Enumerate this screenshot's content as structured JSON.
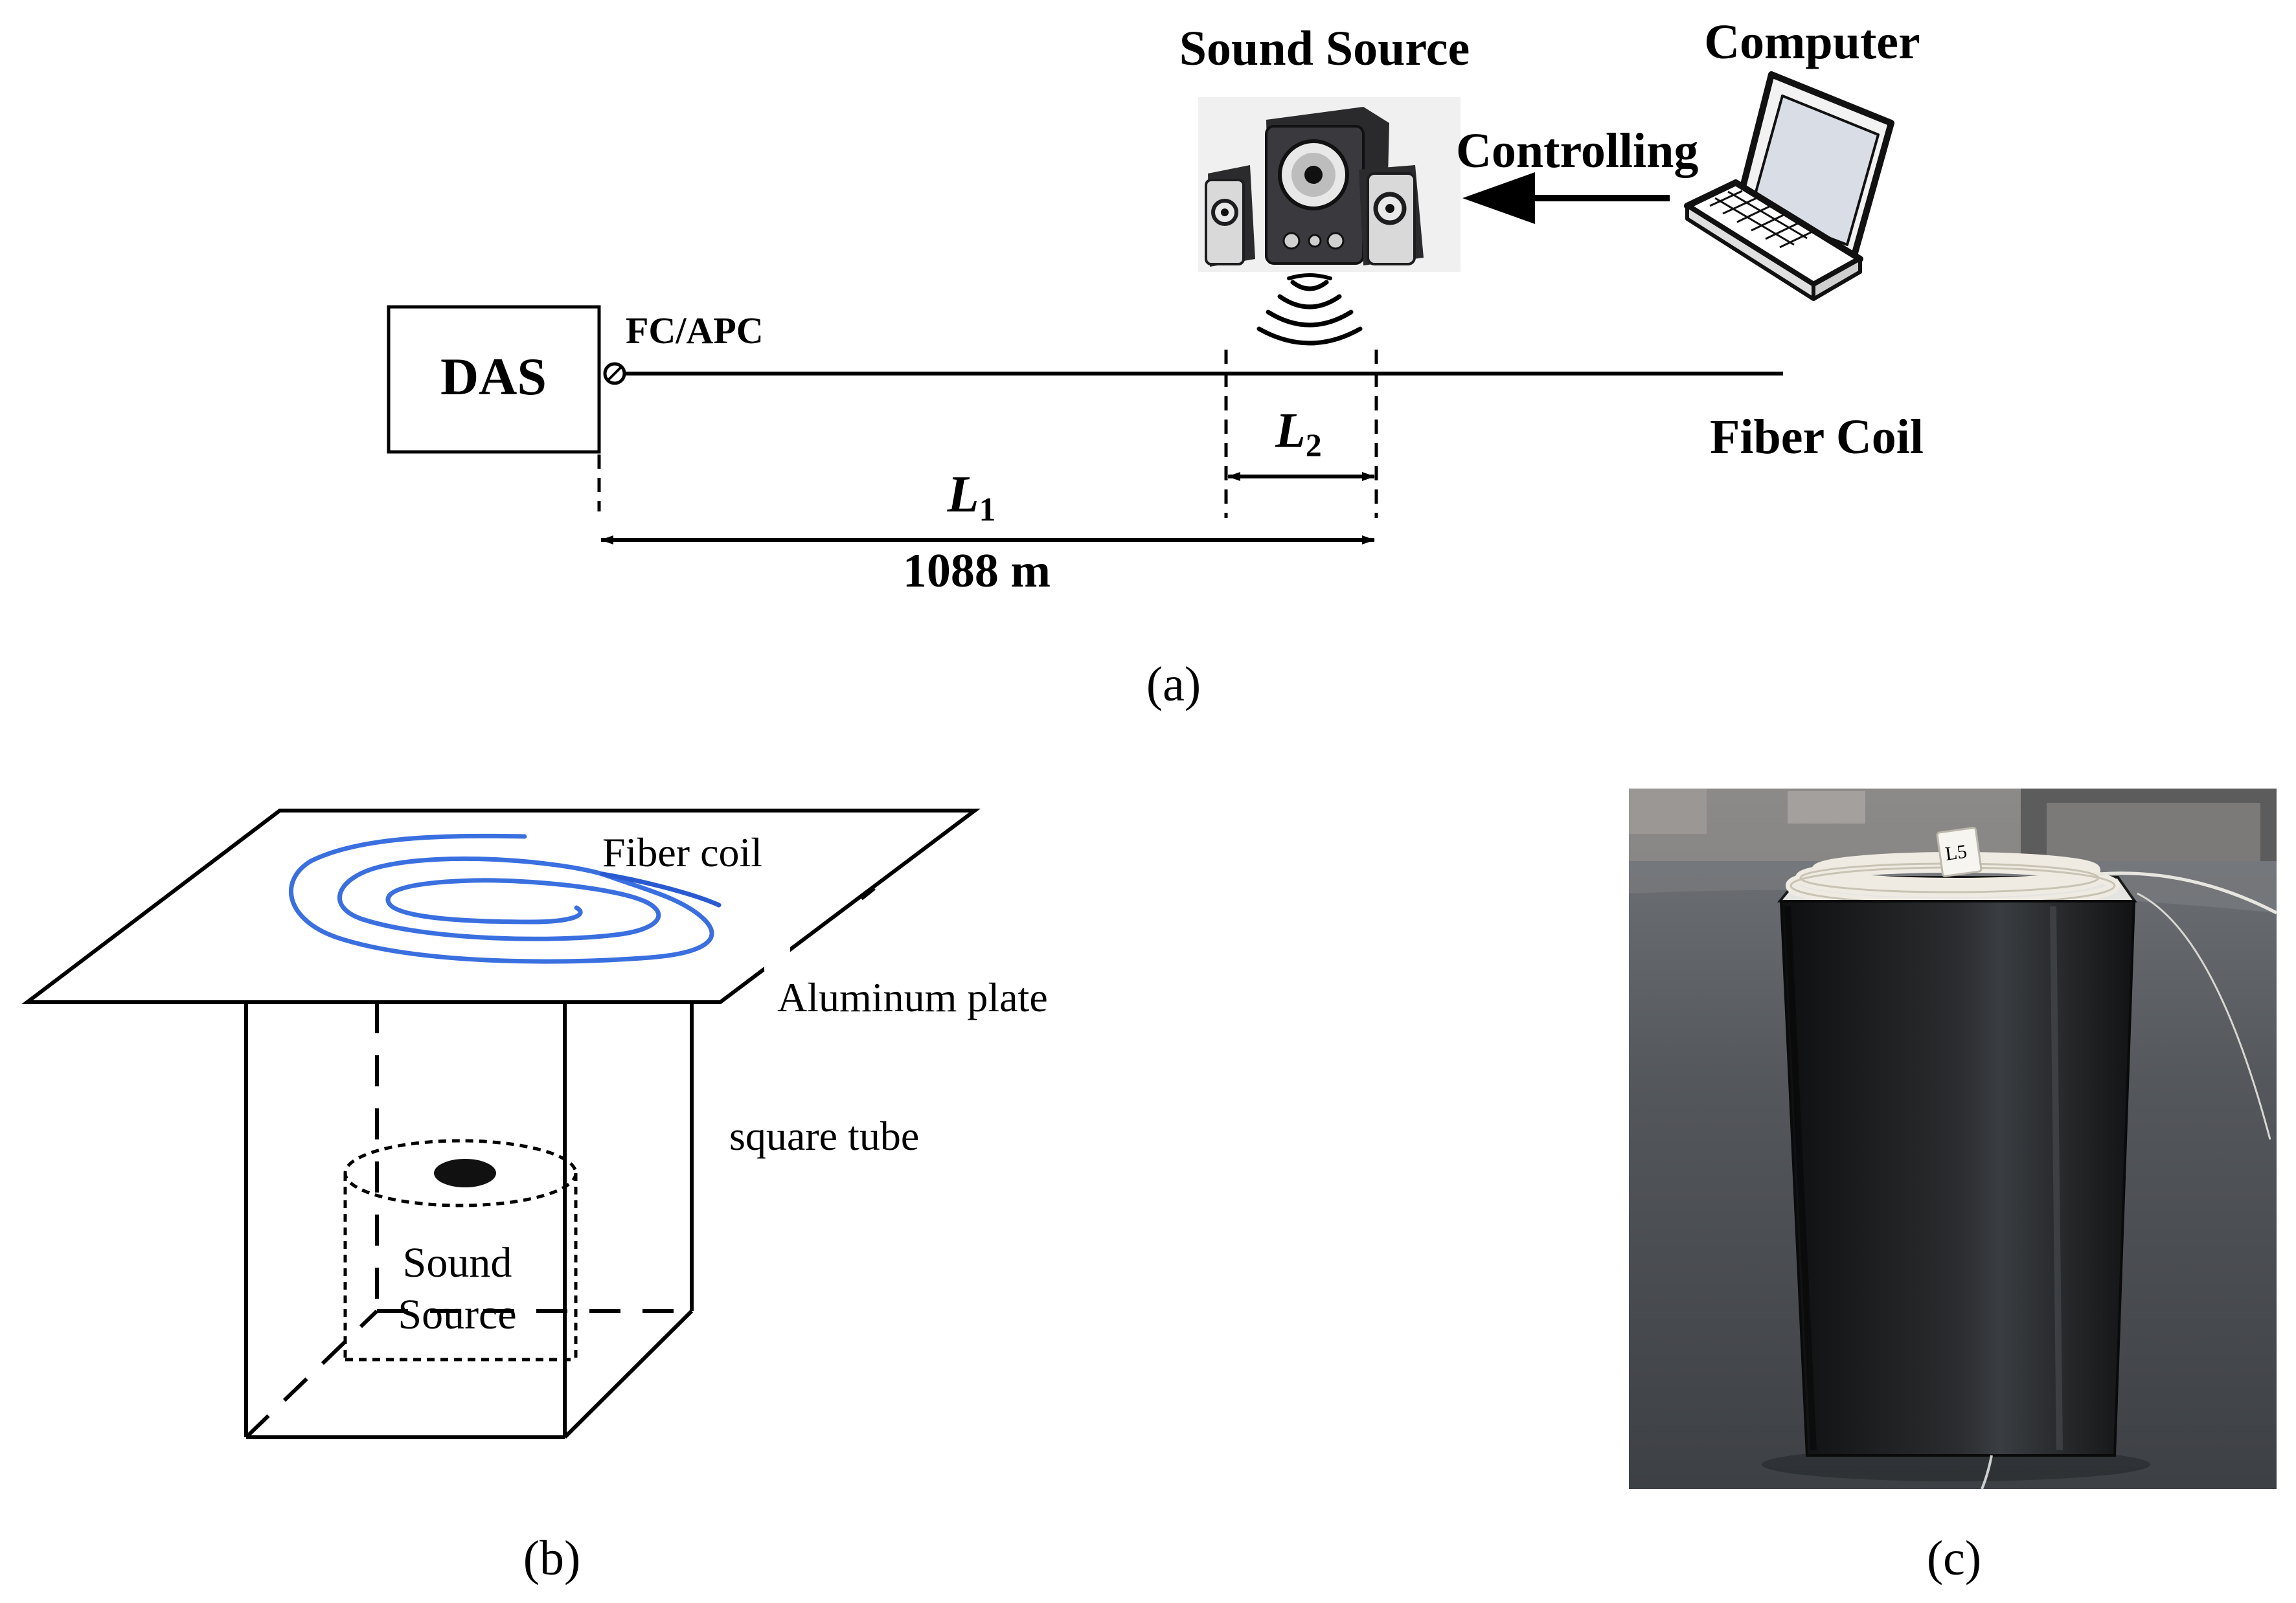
{
  "panel_a": {
    "das_label": "DAS",
    "connector_label": "FC/APC",
    "sound_source_label": "Sound Source",
    "computer_label": "Computer",
    "controlling_label": "Controlling",
    "fiber_label": "Fiber Coil",
    "l1_symbol": "L",
    "l1_subscript": "1",
    "l1_value": "1088 m",
    "l2_symbol": "L",
    "l2_subscript": "2",
    "caption": "(a)"
  },
  "panel_b": {
    "fiber_label": "Fiber coil",
    "plate_label": "Aluminum plate",
    "tube_label": "square tube",
    "source_line1": "Sound",
    "source_line2": "Source",
    "caption": "(b)",
    "coil_color": "#3a6fe0"
  },
  "panel_c": {
    "caption": "(c)",
    "photo_tag": "L5"
  },
  "colors": {
    "ink": "#000000",
    "bench": "#4a4d52",
    "box": "#17181a"
  }
}
